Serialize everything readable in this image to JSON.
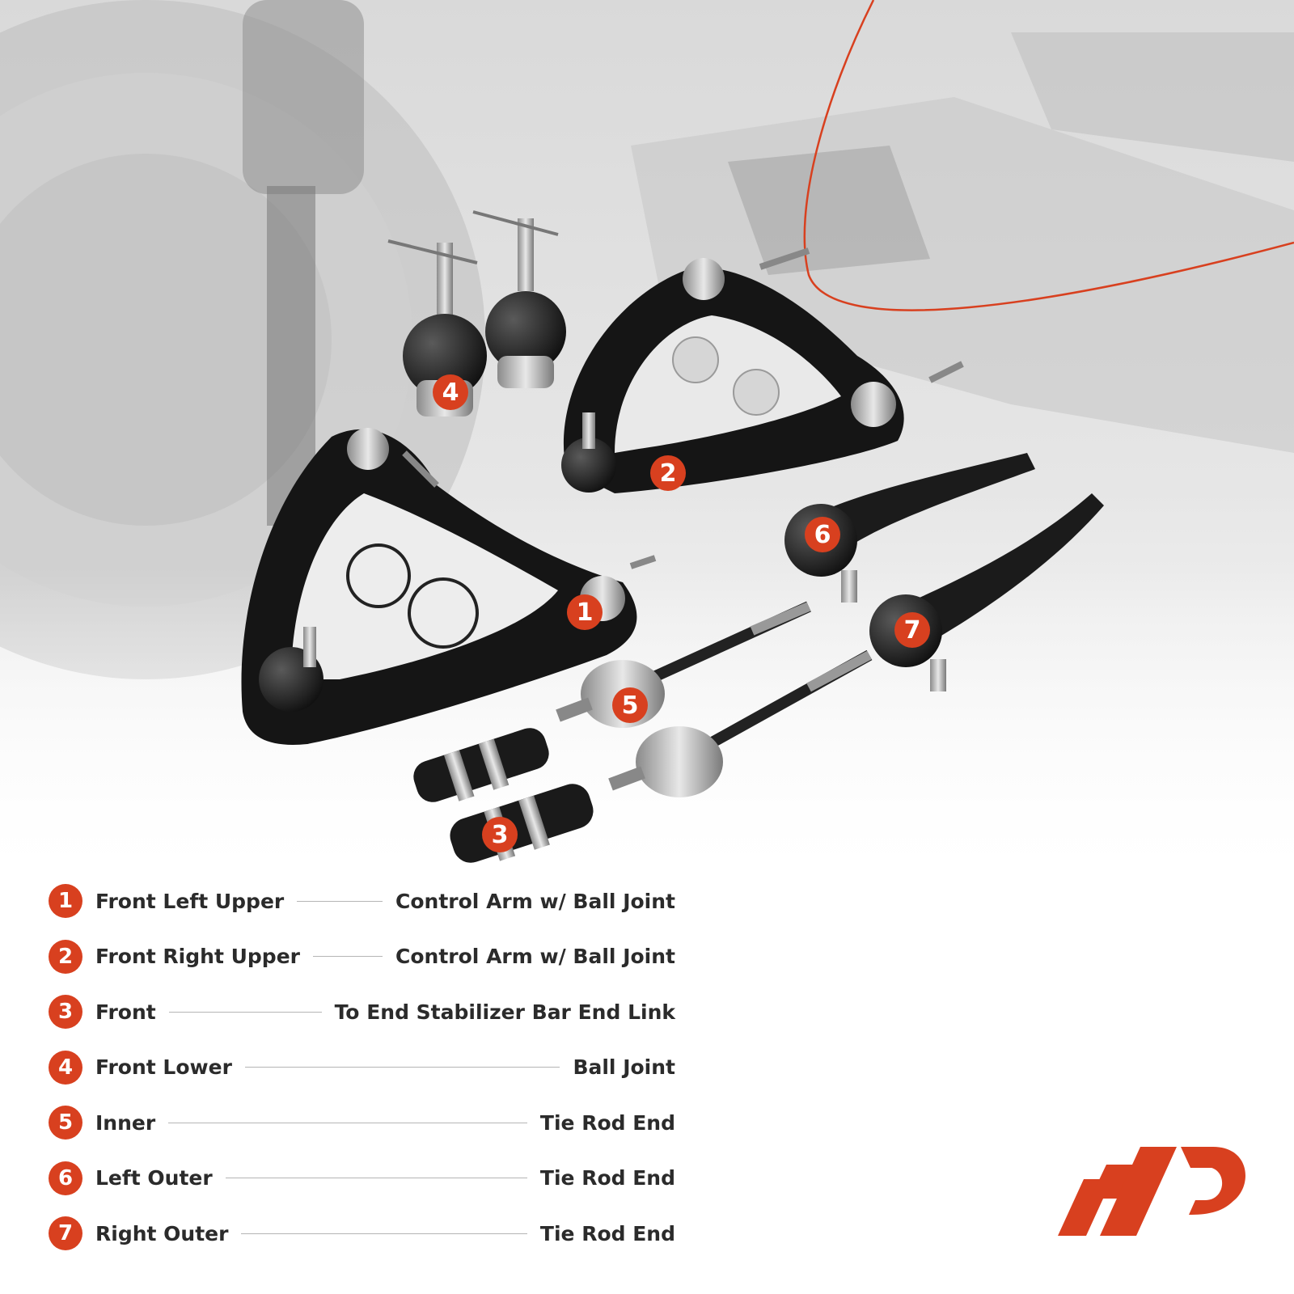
{
  "colors": {
    "accent": "#d8401f",
    "text": "#2b2b2b",
    "line": "#b5b5b5"
  },
  "callouts": [
    "1",
    "2",
    "3",
    "4",
    "5",
    "6",
    "7"
  ],
  "legend": [
    {
      "num": "1",
      "left": "Front Left Upper",
      "right": "Control Arm w/ Ball Joint"
    },
    {
      "num": "2",
      "left": "Front Right Upper",
      "right": "Control Arm w/ Ball Joint"
    },
    {
      "num": "3",
      "left": "Front",
      "right": "To End Stabilizer Bar End Link"
    },
    {
      "num": "4",
      "left": "Front Lower",
      "right": "Ball Joint"
    },
    {
      "num": "5",
      "left": "Inner",
      "right": "Tie Rod End"
    },
    {
      "num": "6",
      "left": "Left Outer",
      "right": "Tie Rod End"
    },
    {
      "num": "7",
      "left": "Right Outer",
      "right": "Tie Rod End"
    }
  ],
  "logo_icon": "brand-logo-icon"
}
